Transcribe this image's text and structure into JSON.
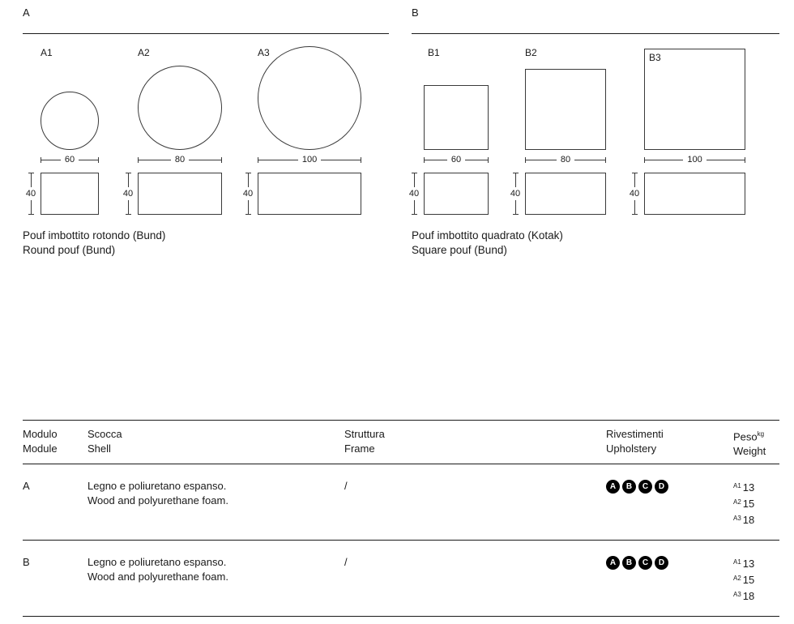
{
  "sections": [
    {
      "letter": "A",
      "caption_it": "Pouf imbottito rotondo (Bund)",
      "caption_en": "Round pouf (Bund)",
      "items": [
        {
          "label": "A1",
          "width": "60",
          "height": "40"
        },
        {
          "label": "A2",
          "width": "80",
          "height": "40"
        },
        {
          "label": "A3",
          "width": "100",
          "height": "40"
        }
      ]
    },
    {
      "letter": "B",
      "caption_it": "Pouf imbottito quadrato (Kotak)",
      "caption_en": "Square pouf (Bund)",
      "items": [
        {
          "label": "B1",
          "width": "60",
          "height": "40"
        },
        {
          "label": "B2",
          "width": "80",
          "height": "40"
        },
        {
          "label": "B3",
          "width": "100",
          "height": "40"
        }
      ]
    }
  ],
  "table": {
    "headers": {
      "module_it": "Modulo",
      "module_en": "Module",
      "shell_it": "Scocca",
      "shell_en": "Shell",
      "frame_it": "Struttura",
      "frame_en": "Frame",
      "upholstery_it": "Rivestimenti",
      "upholstery_en": "Upholstery",
      "weight_it": "Peso",
      "weight_unit": "kg",
      "weight_en": "Weight"
    },
    "rows": [
      {
        "module": "A",
        "shell_it": "Legno e poliuretano espanso.",
        "shell_en": "Wood and polyurethane foam.",
        "frame": "/",
        "badges": [
          "A",
          "B",
          "C",
          "D"
        ],
        "weights": [
          {
            "ref": "A1",
            "value": "13"
          },
          {
            "ref": "A2",
            "value": "15"
          },
          {
            "ref": "A3",
            "value": "18"
          }
        ]
      },
      {
        "module": "B",
        "shell_it": "Legno e poliuretano espanso.",
        "shell_en": "Wood and polyurethane foam.",
        "frame": "/",
        "badges": [
          "A",
          "B",
          "C",
          "D"
        ],
        "weights": [
          {
            "ref": "A1",
            "value": "13"
          },
          {
            "ref": "A2",
            "value": "15"
          },
          {
            "ref": "A3",
            "value": "18"
          }
        ]
      }
    ]
  }
}
